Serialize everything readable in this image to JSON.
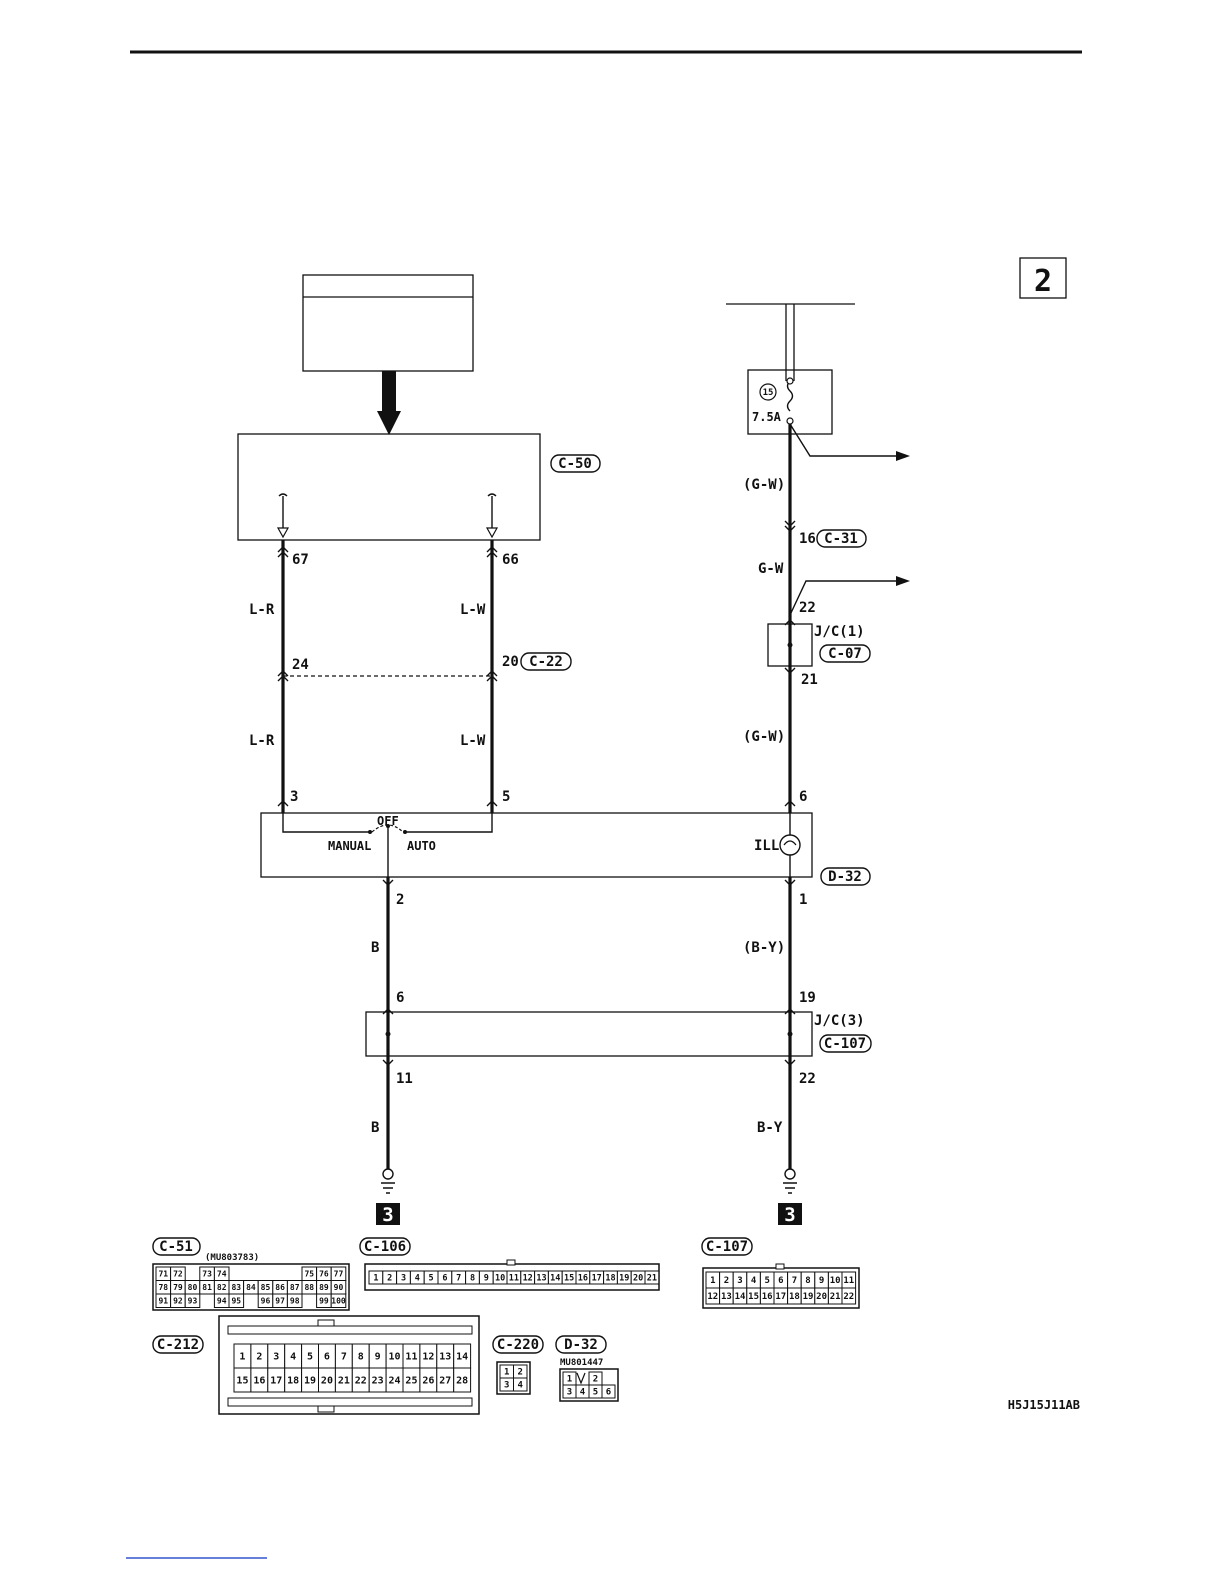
{
  "page_number": "2",
  "diagram_code": "H5J15J11AB",
  "ground_marker": "3",
  "fuse": {
    "number": "15",
    "rating": "7.5A"
  },
  "wires": {
    "l_r": "L-R",
    "l_w": "L-W",
    "g_w": "G-W",
    "g_w_paren": "(G-W)",
    "b": "B",
    "b_y": "B-Y",
    "b_y_paren": "(B-Y)"
  },
  "connectors": {
    "c50": "C-50",
    "c31": "C-31",
    "c22": "C-22",
    "c07": "C-07",
    "d32": "D-32",
    "c107": "C-107",
    "c51": "C-51",
    "c106": "C-106",
    "c212": "C-212",
    "c220": "C-220"
  },
  "junctions": {
    "jc1": "J/C(1)",
    "jc3": "J/C(3)"
  },
  "switch": {
    "off": "OFF",
    "manual": "MANUAL",
    "auto": "AUTO",
    "ill": "ILL"
  },
  "pins": {
    "p67": "67",
    "p66": "66",
    "p24": "24",
    "p20": "20",
    "p3": "3",
    "p5": "5",
    "p6": "6",
    "p2": "2",
    "p1": "1",
    "p6b": "6",
    "p19": "19",
    "p11": "11",
    "p22": "22",
    "p16": "16",
    "p22b": "22",
    "p21": "21"
  },
  "part_numbers": {
    "c51": "(MU803783)",
    "d32": "MU801447"
  },
  "connector_views": {
    "c51": {
      "rows": [
        [
          "71",
          "72",
          "",
          "73",
          "74",
          "",
          "",
          "",
          "",
          "",
          "75",
          "76",
          "77"
        ],
        [
          "78",
          "79",
          "80",
          "81",
          "82",
          "83",
          "84",
          "85",
          "86",
          "87",
          "88",
          "89",
          "90"
        ],
        [
          "91",
          "92",
          "93",
          "",
          "94",
          "95",
          "",
          "96",
          "97",
          "98",
          "",
          "99",
          "100"
        ]
      ]
    },
    "c106": {
      "pins": [
        "1",
        "2",
        "3",
        "4",
        "5",
        "6",
        "7",
        "8",
        "9",
        "10",
        "11",
        "12",
        "13",
        "14",
        "15",
        "16",
        "17",
        "18",
        "19",
        "20",
        "21"
      ]
    },
    "c107": {
      "rows": [
        [
          "1",
          "2",
          "3",
          "4",
          "5",
          "6",
          "7",
          "8",
          "9",
          "10",
          "11"
        ],
        [
          "12",
          "13",
          "14",
          "15",
          "16",
          "17",
          "18",
          "19",
          "20",
          "21",
          "22"
        ]
      ]
    },
    "c212": {
      "rows": [
        [
          "1",
          "2",
          "3",
          "4",
          "5",
          "6",
          "7",
          "8",
          "9",
          "10",
          "11",
          "12",
          "13",
          "14"
        ],
        [
          "15",
          "16",
          "17",
          "18",
          "19",
          "20",
          "21",
          "22",
          "23",
          "24",
          "25",
          "26",
          "27",
          "28"
        ]
      ]
    },
    "c220": {
      "rows": [
        [
          "1",
          "2"
        ],
        [
          "3",
          "4"
        ]
      ]
    },
    "d32": {
      "rows": [
        [
          "1",
          "",
          "2"
        ],
        [
          "3",
          "4",
          "5",
          "6"
        ]
      ]
    }
  }
}
